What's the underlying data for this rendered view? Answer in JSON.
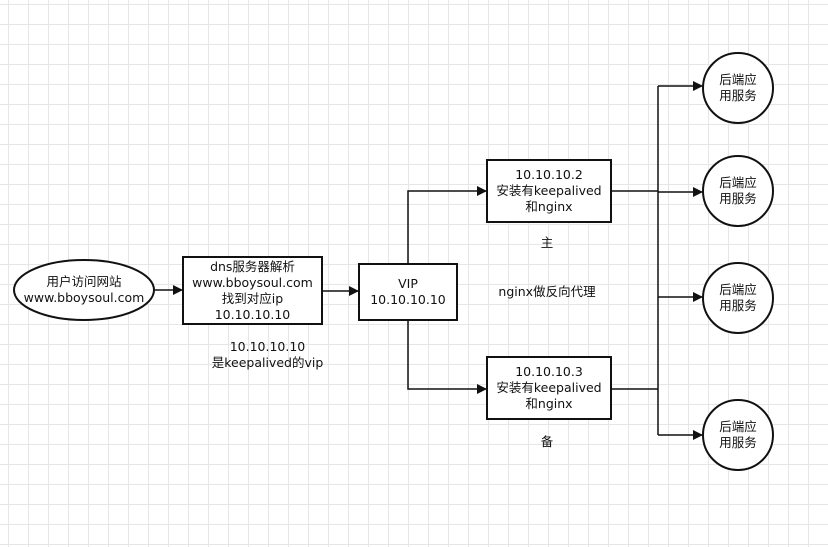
{
  "diagram": {
    "user": {
      "line1": "用户访问网站",
      "line2": "www.bboysoul.com"
    },
    "dns": {
      "line1": "dns服务器解析",
      "line2": "www.bboysoul.com",
      "line3": "找到对应ip",
      "line4": "10.10.10.10"
    },
    "dns_note": {
      "line1": "10.10.10.10",
      "line2": "是keepalived的vip"
    },
    "vip": {
      "line1": "VIP",
      "line2": "10.10.10.10"
    },
    "master": {
      "line1": "10.10.10.2",
      "line2": "安装有keepalived",
      "line3": "和nginx"
    },
    "master_label": "主",
    "backup": {
      "line1": "10.10.10.3",
      "line2": "安装有keepalived",
      "line3": "和nginx"
    },
    "backup_label": "备",
    "proxy_note": "nginx做反向代理",
    "backends": [
      {
        "line1": "后端应",
        "line2": "用服务"
      },
      {
        "line1": "后端应",
        "line2": "用服务"
      },
      {
        "line1": "后端应",
        "line2": "用服务"
      },
      {
        "line1": "后端应",
        "line2": "用服务"
      }
    ]
  }
}
